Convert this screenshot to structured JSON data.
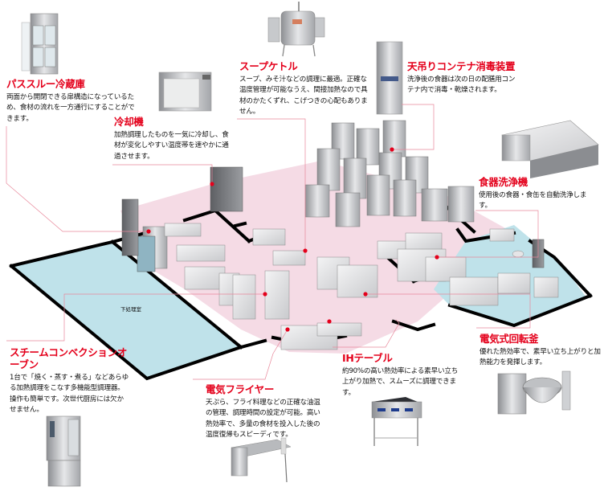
{
  "diagram": {
    "type": "isometric kitchen floor plan with equipment callouts",
    "room_label": "下処理室",
    "colors": {
      "accent_red": "#e4001b",
      "callout_line": "#e8879a",
      "floor_pink": "#f5dbe5",
      "floor_blue": "#bfe2ea",
      "wall": "#000000"
    }
  },
  "callouts": [
    {
      "id": "pass-through-fridge",
      "title": "パススルー冷蔵庫",
      "text": "両面から開閉できる扉構造になっているため、食材の流れを一方通行にすることができます。"
    },
    {
      "id": "blast-chiller",
      "title": "冷却機",
      "text": "加熱調理したものを一気に冷却し、食材が変化しやすい温度帯を速やかに通過させます。"
    },
    {
      "id": "soup-kettle",
      "title": "スープケトル",
      "text": "スープ、みそ汁などの調理に最適。正確な温度管理が可能なうえ、間接加熱なので具材のかたくずれ、こげつきの心配もありません。"
    },
    {
      "id": "container-sterilizer",
      "title": "天吊りコンテナ消毒装置",
      "text": "洗浄後の食器は次の日の配膳用コンテナ内で消毒・乾燥されます。"
    },
    {
      "id": "dishwasher",
      "title": "食器洗浄機",
      "text": "使用後の食器・食缶を自動洗浄します。"
    },
    {
      "id": "combi-oven",
      "title": "スチームコンベクションオーブン",
      "text": "1台で「焼く・蒸す・煮る」などあらゆる加熱調理をこなす多機能型調理器。操作も簡単です。次世代厨房には欠かせません。"
    },
    {
      "id": "electric-fryer",
      "title": "電気フライヤー",
      "text": "天ぷら、フライ料理などの正確な油温の管理、調理時間の設定が可能。高い熱効率で、多量の食材を投入した後の温度復帰もスピーディです。"
    },
    {
      "id": "ih-table",
      "title": "IHテーブル",
      "text": "約90%の高い熱効率による素早い立ち上がり加熱で、スムーズに調理できます。"
    },
    {
      "id": "rotary-kettle",
      "title": "電気式回転釜",
      "text": "優れた熱効率で、素早い立ち上がりと加熱能力を発揮します。"
    }
  ]
}
